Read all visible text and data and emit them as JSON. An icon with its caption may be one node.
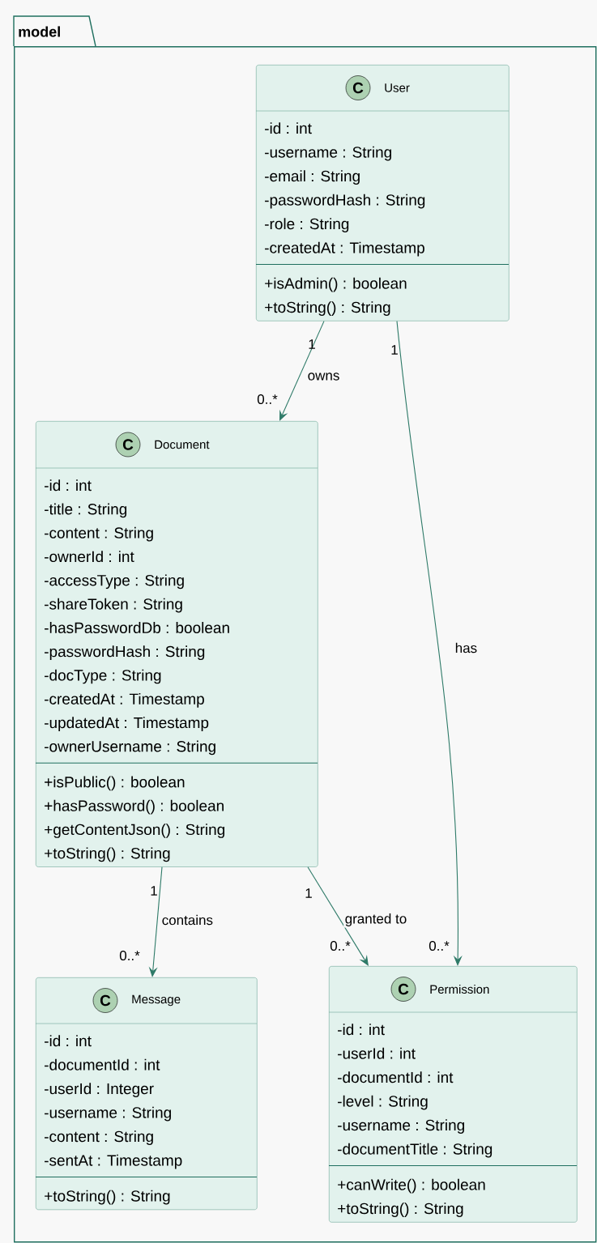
{
  "diagram": {
    "nodes": [
      {
        "text": [
          "model"
        ]
      },
      {
        "text": [
          "C",
          "User",
          "-id : int",
          "-username : String",
          "-email : String",
          "-passwordHash : String",
          "-role : String",
          "-createdAt : Timestamp",
          "+isAdmin() : boolean",
          "+toString() : String"
        ],
        "in": 0
      },
      {
        "text": [
          "C",
          "Document",
          "-id : int",
          "-title : String",
          "-content : String",
          "-ownerId : int",
          "-accessType : String",
          "-shareToken : String",
          "-hasPasswordDb : boolean",
          "-passwordHash : String",
          "-docType : String",
          "-createdAt : Timestamp",
          "-updatedAt : Timestamp",
          "-ownerUsername : String",
          "+isPublic() : boolean",
          "+hasPassword() : boolean",
          "+getContentJson() : String",
          "+toString() : String"
        ],
        "in": 0
      },
      {
        "text": [
          "C",
          "Message",
          "-id : int",
          "-documentId : int",
          "-userId : Integer",
          "-username : String",
          "-content : String",
          "-sentAt : Timestamp",
          "+toString() : String"
        ],
        "in": 0
      },
      {
        "text": [
          "C",
          "Permission",
          "-id : int",
          "-userId : int",
          "-documentId : int",
          "-level : String",
          "-username : String",
          "-documentTitle : String",
          "+canWrite() : boolean",
          "+toString() : String"
        ],
        "in": 0
      }
    ],
    "edges": [
      {
        "from": 1,
        "to": 2,
        "arrow": "to",
        "label": "owns"
      },
      {
        "from": 1,
        "to": 4,
        "arrow": "to",
        "label": "has"
      },
      {
        "from": 2,
        "to": 3,
        "arrow": "to",
        "label": "contains"
      },
      {
        "from": 2,
        "to": 4,
        "arrow": "to",
        "label": "granted to"
      }
    ],
    "labels": [
      "1",
      "1",
      "0..*",
      "1",
      "1",
      "0..*",
      "0..*",
      "0..*"
    ]
  }
}
